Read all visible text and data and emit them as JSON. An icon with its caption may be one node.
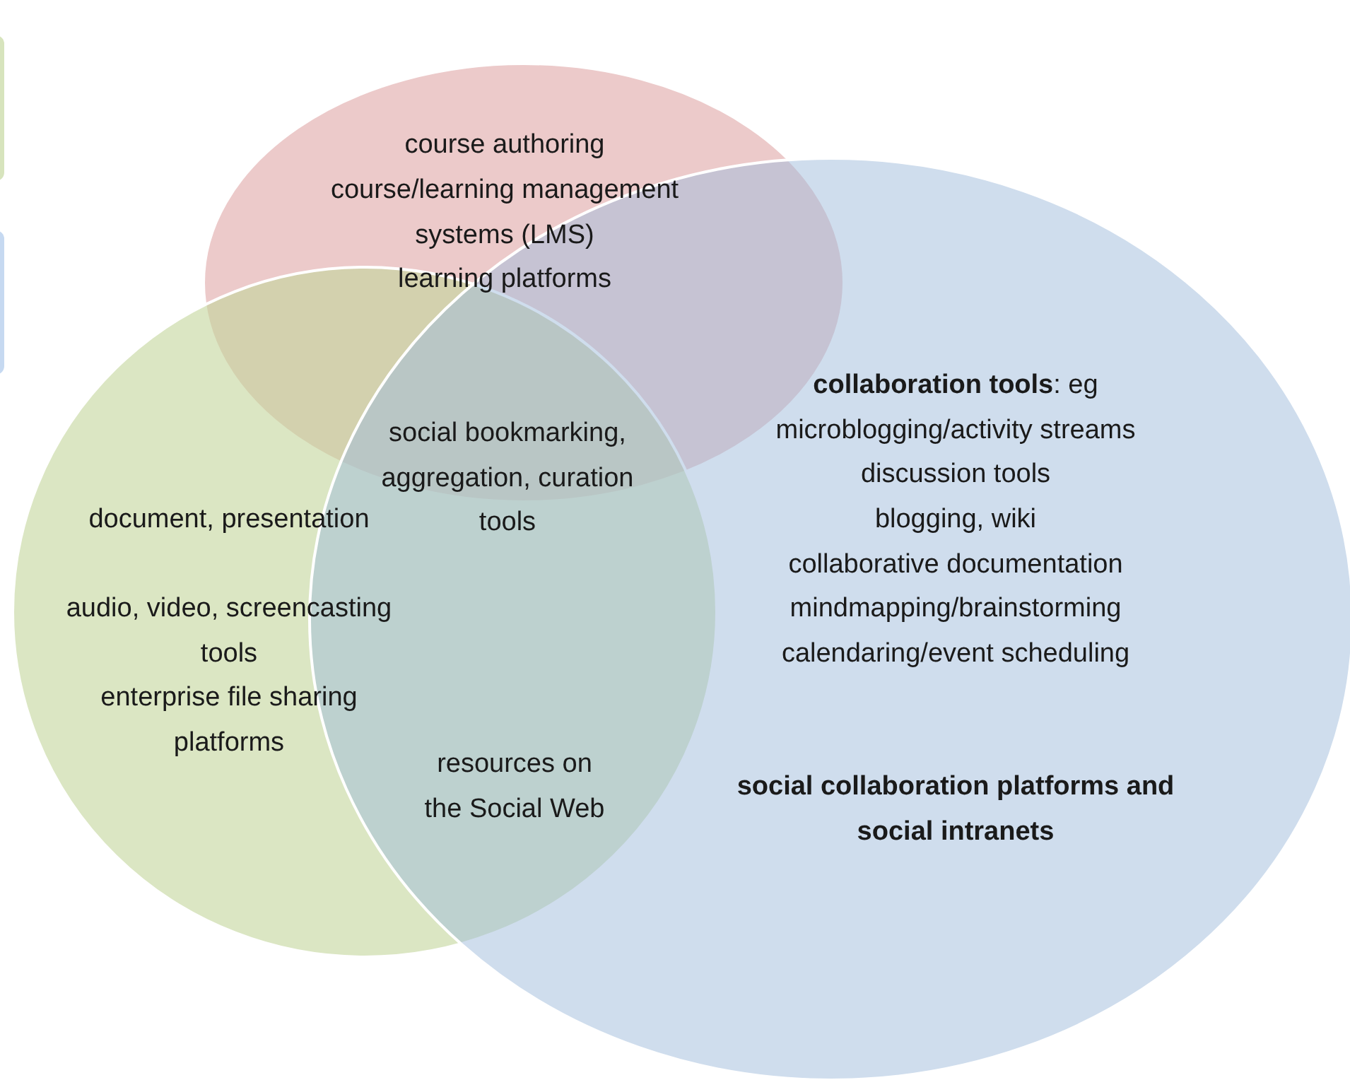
{
  "diagram": {
    "nodes": [
      {
        "text": [
          "course authoring",
          "course/learning management systems (LMS)",
          "learning platforms"
        ]
      },
      {
        "text": [
          "document, presentation",
          "audio, video, screencasting tools",
          "enterprise file sharing platforms"
        ]
      },
      {
        "text": [
          "**collaboration tools**: eg",
          "microblogging/activity streams",
          "discussion tools",
          "blogging, wiki",
          "collaborative documentation",
          "mindmapping/brainstorming",
          "calendaring/event scheduling",
          "social collaboration platforms and social intranets"
        ]
      }
    ],
    "labels": [
      "social bookmarking, aggregation, curation tools",
      "resources on the Social Web"
    ]
  }
}
